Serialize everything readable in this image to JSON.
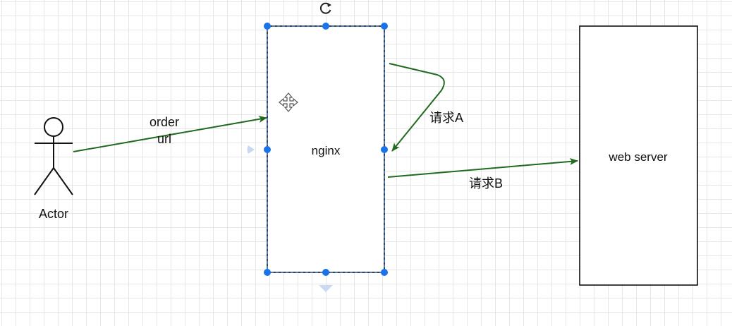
{
  "colors": {
    "edge": "#1f6b1f",
    "shape_stroke": "#000000",
    "selection_handle": "#1a73e8",
    "selection_outline": "#1a73e8",
    "hover_arrow": "#c9d9f2",
    "grid": "#e6e6e6"
  },
  "actor": {
    "label": "Actor"
  },
  "nginx": {
    "label": "nginx"
  },
  "web_server": {
    "label": "web server"
  },
  "edges": {
    "actor_to_nginx": {
      "line1": "order",
      "line2": "url"
    },
    "request_a": {
      "label": "请求A"
    },
    "request_b": {
      "label": "请求B"
    }
  },
  "icons": {
    "rotate": "rotate-icon",
    "move": "move-icon"
  }
}
